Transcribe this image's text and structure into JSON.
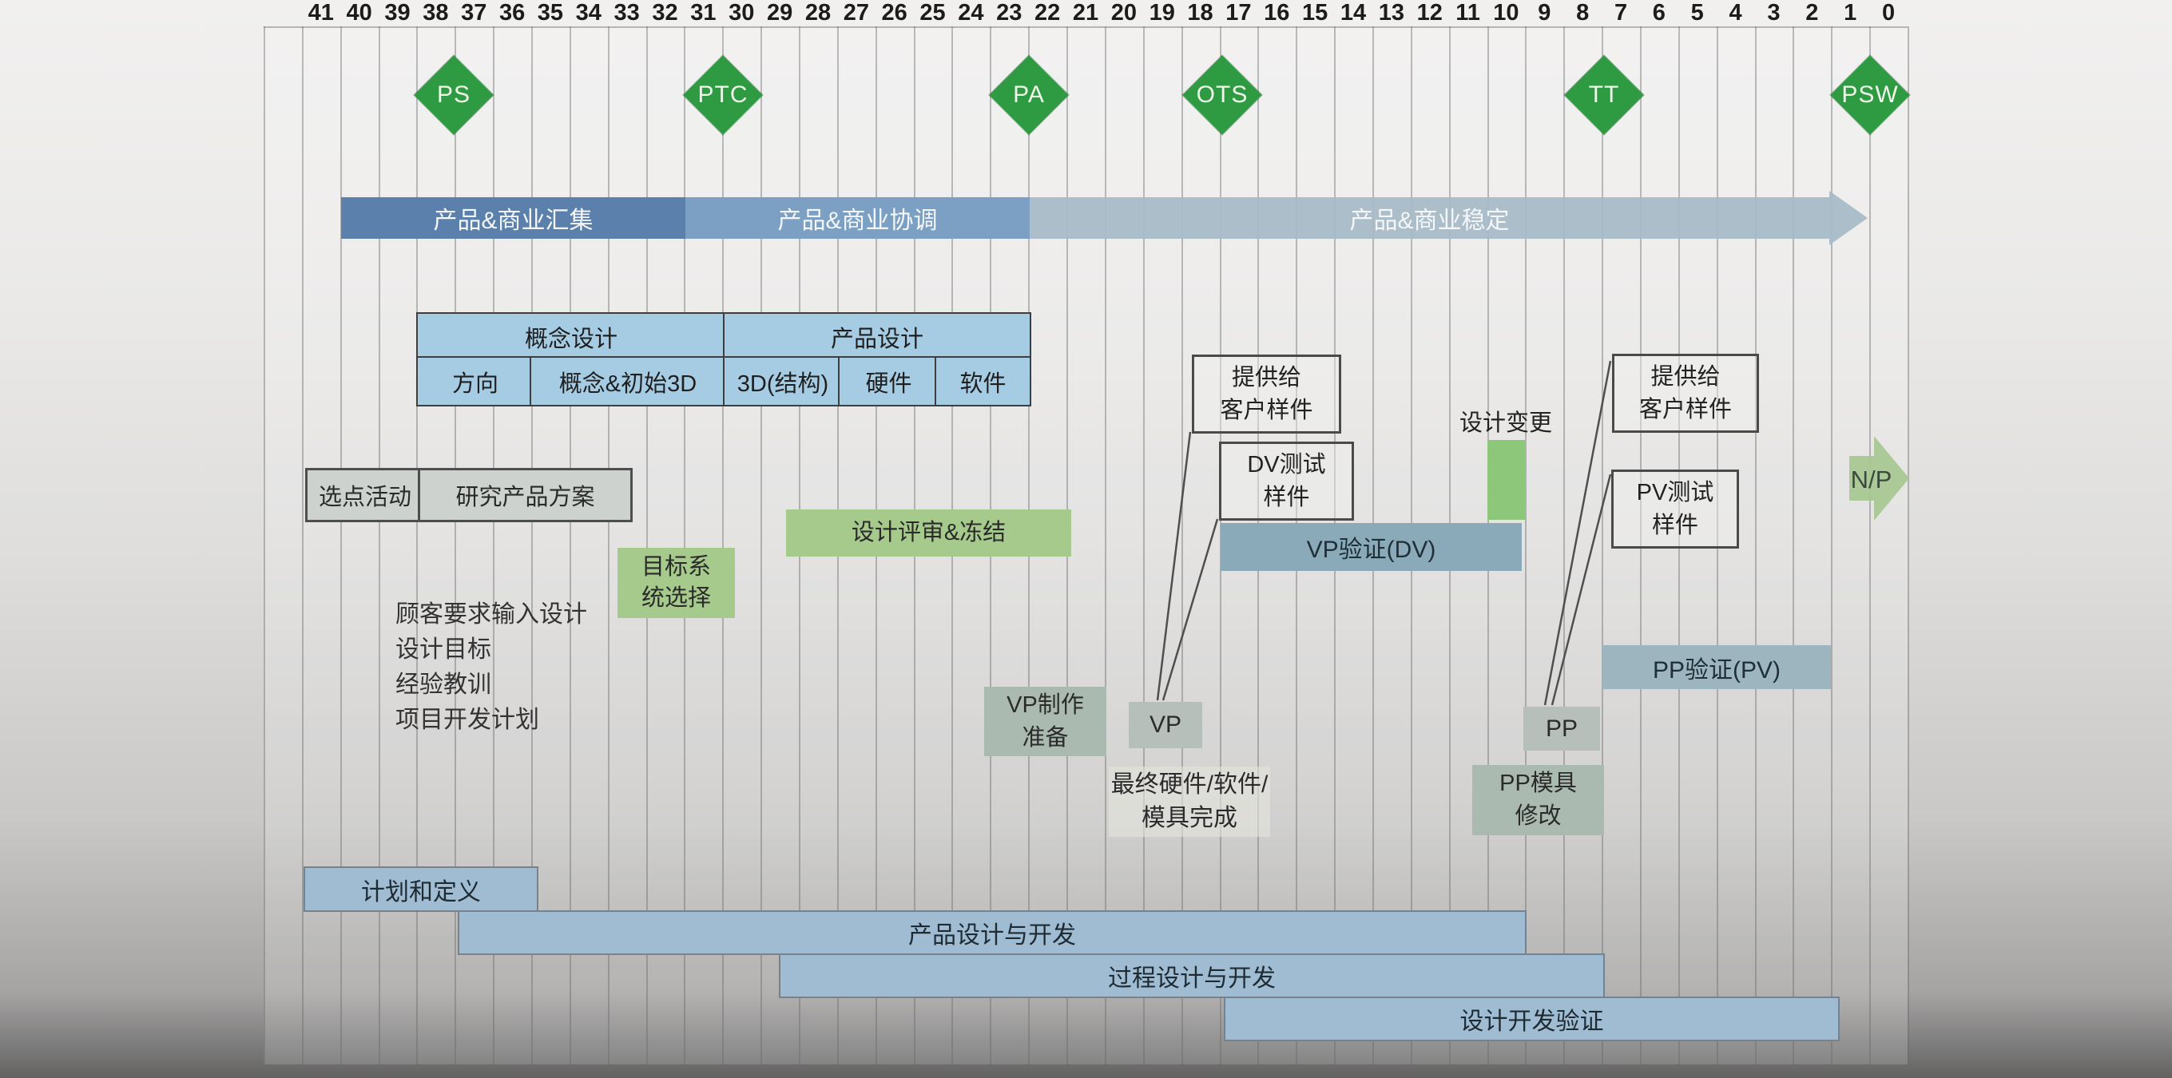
{
  "timeline": {
    "weeks": [
      41,
      40,
      39,
      38,
      37,
      36,
      35,
      34,
      33,
      32,
      31,
      30,
      29,
      28,
      27,
      26,
      25,
      24,
      23,
      22,
      21,
      20,
      19,
      18,
      17,
      16,
      15,
      14,
      13,
      12,
      11,
      10,
      9,
      8,
      7,
      6,
      5,
      4,
      3,
      2,
      1,
      0
    ]
  },
  "milestones": [
    {
      "label": "PS",
      "week": 37.5
    },
    {
      "label": "PTC",
      "week": 30.5
    },
    {
      "label": "PA",
      "week": 22.5
    },
    {
      "label": "OTS",
      "week": 17.5
    },
    {
      "label": "TT",
      "week": 7.5
    },
    {
      "label": "PSW",
      "week": 0.5
    }
  ],
  "phase_bands": [
    {
      "label": "产品&商业汇集"
    },
    {
      "label": "产品&商业协调"
    },
    {
      "label": "产品&商业稳定"
    }
  ],
  "design_table": {
    "row1": [
      "概念设计",
      "产品设计"
    ],
    "row2": [
      "方向",
      "概念&初始3D",
      "3D(结构)",
      "硬件",
      "软件"
    ]
  },
  "activities": {
    "sourcing": "选点活动",
    "research": "研究产品方案",
    "target_system_lines": [
      "目标系",
      "统选择"
    ],
    "design_review": "设计评审&冻结",
    "design_change": "设计变更",
    "vp_prep_lines": [
      "VP制作",
      "准备"
    ],
    "vp": "VP",
    "vp_validation": "VP验证(DV)",
    "pp": "PP",
    "pp_mold_lines": [
      "PP模具",
      "修改"
    ],
    "pp_validation": "PP验证(PV)"
  },
  "sample_boxes": {
    "customer_sample_1_lines": [
      "提供给",
      "客户样件"
    ],
    "dv_test_lines": [
      "DV测试",
      "样件"
    ],
    "customer_sample_2_lines": [
      "提供给",
      "客户样件"
    ],
    "pv_test_lines": [
      "PV测试",
      "样件"
    ]
  },
  "notes": {
    "inputs_list": [
      "顾客要求输入设计",
      "设计目标",
      "经验教训",
      "项目开发计划"
    ],
    "final_hw_lines": [
      "最终硬件/软件/",
      "模具完成"
    ]
  },
  "np_arrow": {
    "label": "N/P"
  },
  "bottom_bars": [
    {
      "label": "计划和定义"
    },
    {
      "label": "产品设计与开发"
    },
    {
      "label": "过程设计与开发"
    },
    {
      "label": "设计开发验证"
    }
  ],
  "colors": {
    "milestone_green": "#2e9b42",
    "band_collect": "#5a80ab",
    "band_coordinate": "#7ca0c3",
    "band_stable": "#a7bac8",
    "table_blue": "#a6cce4",
    "gray_box": "#cdd2cf",
    "green_box": "#a5ca8c",
    "design_change_green": "#8cc77a",
    "slate_bar": "#8aa9b9",
    "sage_box": "#abbab0",
    "bottom_bar_blue": "#9fbcd3",
    "np_green": "#a7c791"
  }
}
